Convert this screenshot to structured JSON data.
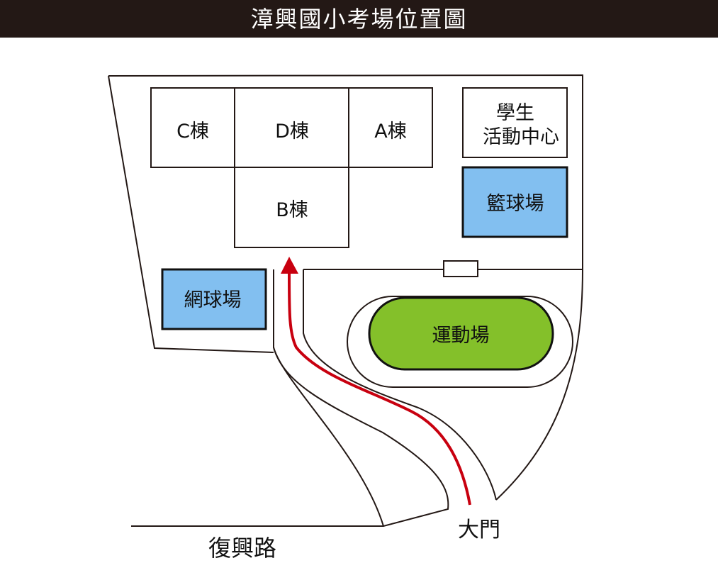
{
  "title": "漳興國小考場位置圖",
  "buildings": {
    "c": "C棟",
    "d": "D棟",
    "a": "A棟",
    "b": "B棟",
    "student_center_line1": "學生",
    "student_center_line2": "活動中心",
    "basketball": "籃球場",
    "tennis": "網球場",
    "field": "運動場"
  },
  "labels": {
    "gate": "大門",
    "road": "復興路"
  },
  "colors": {
    "title_bg": "#231815",
    "court_blue": "#82bff0",
    "field_green": "#84c02a",
    "route_red": "#c8000f"
  }
}
